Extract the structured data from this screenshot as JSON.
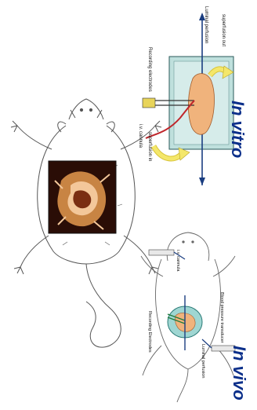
{
  "labels": {
    "in_vitro": "In vitro",
    "in_vivo": "In vivo",
    "recording_electrodes_vitro": "Recording electrodes",
    "luminal_perfusion_vitro": "Luminal perfusion",
    "superfusion_out": "superfusion out",
    "iv_cannula_vitro": "i.v. cannula",
    "superfusion_in": "superfusion in",
    "iv_cannula_vivo": "i.v. cannula",
    "blood_pressure_transducer": "Blood pressure transducer",
    "recording_electrodes_vivo": "Recording Electrodes",
    "luminal_perfusion_vivo": "Luminal perfusion"
  },
  "colors": {
    "title_blue": "#0b2f8a",
    "chamber_fill": "#bfe0dd",
    "tissue_fill": "#f0b37c",
    "arrow_yellow": "#f4e76a",
    "tube_red": "#c0262b",
    "gut_photo_bg": "#2a0d06",
    "gut_photo_tissue": "#d9914a"
  }
}
